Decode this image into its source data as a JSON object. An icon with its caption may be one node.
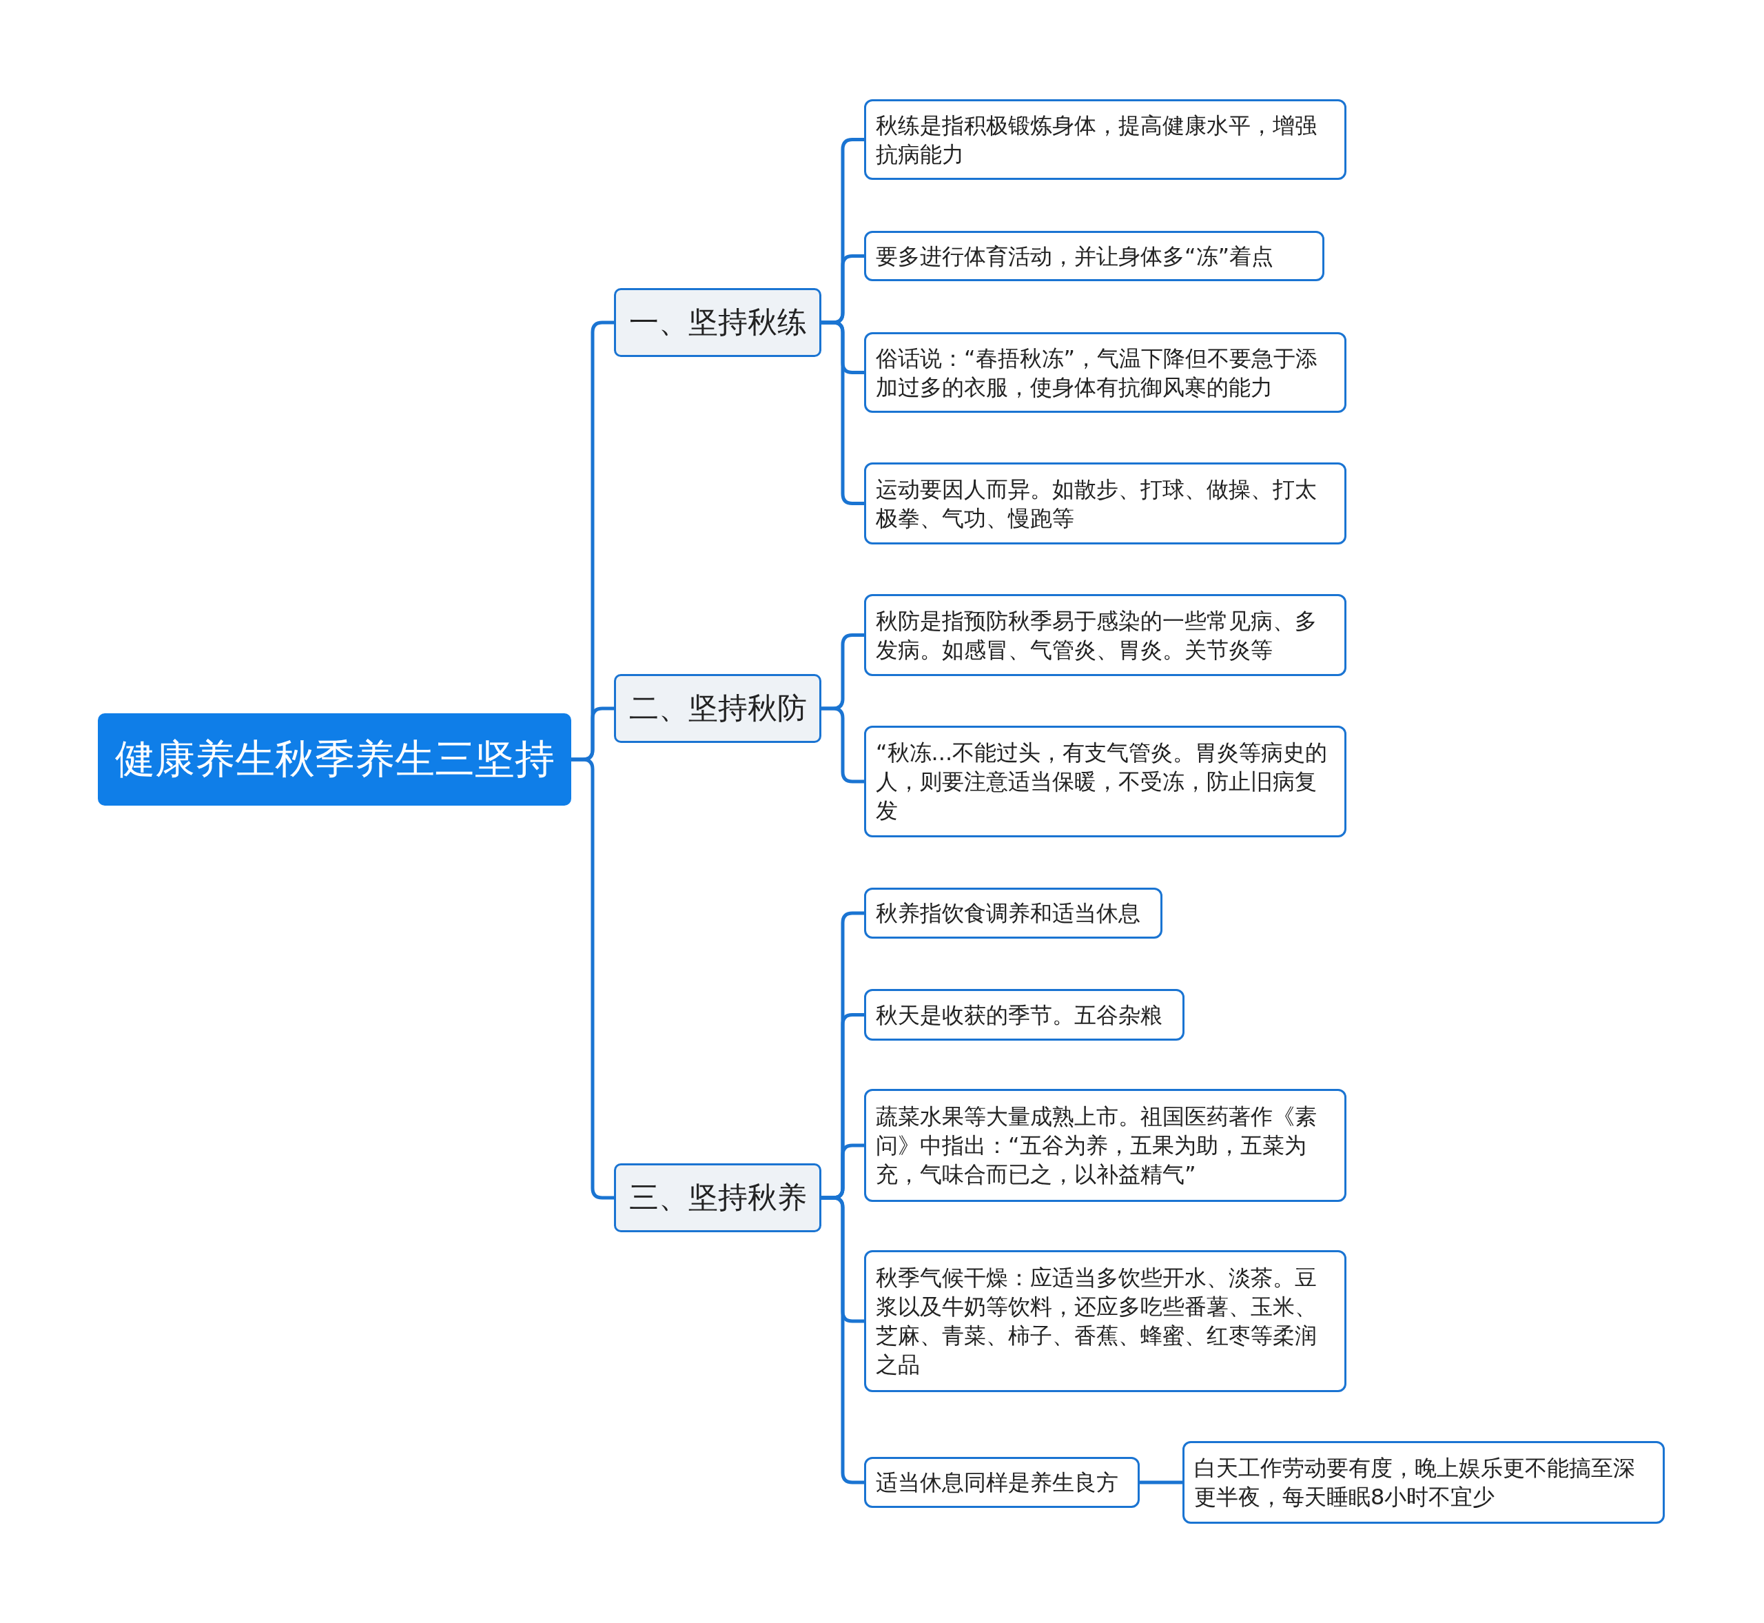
{
  "diagram": {
    "nodes": [
      {
        "text": [
          "健康养生秋季养生三坚持"
        ]
      },
      {
        "text": [
          "一、坚持秋练"
        ]
      },
      {
        "text": [
          "秋练是指积极锻炼身体，提高健康水平，增强抗病能力"
        ]
      },
      {
        "text": [
          "要多进行体育活动，并让身体多“冻”着点"
        ]
      },
      {
        "text": [
          "俗话说：“春捂秋冻”，气温下降但不要急于添加过多的衣服，使身体有抗御风寒的能力"
        ]
      },
      {
        "text": [
          "运动要因人而异。如散步、打球、做操、打太极拳、气功、慢跑等"
        ]
      },
      {
        "text": [
          "二、坚持秋防"
        ]
      },
      {
        "text": [
          "秋防是指预防秋季易于感染的一些常见病、多发病。如感冒、气管炎、胃炎。关节炎等"
        ]
      },
      {
        "text": [
          "“秋冻...不能过头，有支气管炎。胃炎等病史的人，则要注意适当保暖，不受冻，防止旧病复发"
        ]
      },
      {
        "text": [
          "三、坚持秋养"
        ]
      },
      {
        "text": [
          "秋养指饮食调养和适当休息"
        ]
      },
      {
        "text": [
          "秋天是收获的季节。五谷杂粮"
        ]
      },
      {
        "text": [
          "蔬菜水果等大量成熟上市。祖国医药著作《素问》中指出：“五谷为养，五果为助，五菜为充，气味合而已之，以补益精气”"
        ]
      },
      {
        "text": [
          "秋季气候干燥：应适当多饮些开水、淡茶。豆浆以及牛奶等饮料，还应多吃些番薯、玉米、芝麻、青菜、柿子、香蕉、蜂蜜、红枣等柔润之品"
        ]
      },
      {
        "text": [
          "适当休息同样是养生良方"
        ]
      },
      {
        "text": [
          "白天工作劳动要有度，晚上娱乐更不能搞至深更半夜，每天睡眠8小时不宜少"
        ]
      }
    ],
    "edges": [
      {
        "from": 0,
        "to": 1,
        "arrow": "none"
      },
      {
        "from": 1,
        "to": 2,
        "arrow": "none"
      },
      {
        "from": 1,
        "to": 3,
        "arrow": "none"
      },
      {
        "from": 1,
        "to": 4,
        "arrow": "none"
      },
      {
        "from": 1,
        "to": 5,
        "arrow": "none"
      },
      {
        "from": 0,
        "to": 6,
        "arrow": "none"
      },
      {
        "from": 6,
        "to": 7,
        "arrow": "none"
      },
      {
        "from": 6,
        "to": 8,
        "arrow": "none"
      },
      {
        "from": 0,
        "to": 9,
        "arrow": "none"
      },
      {
        "from": 9,
        "to": 10,
        "arrow": "none"
      },
      {
        "from": 9,
        "to": 11,
        "arrow": "none"
      },
      {
        "from": 9,
        "to": 12,
        "arrow": "none"
      },
      {
        "from": 9,
        "to": 13,
        "arrow": "none"
      },
      {
        "from": 9,
        "to": 14,
        "arrow": "none"
      },
      {
        "from": 14,
        "to": 15,
        "arrow": "none"
      }
    ]
  }
}
